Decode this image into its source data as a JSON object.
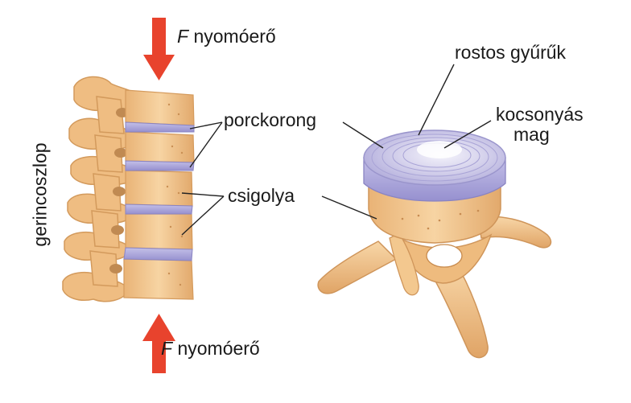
{
  "labels": {
    "force_symbol": "F",
    "force_word": " nyomóerő",
    "disc": "porckorong",
    "vertebra": "csigolya",
    "spine": "gerincoszlop",
    "fibrous_rings": "rostos gyűrűk",
    "gel_core_line1": "kocsonyás",
    "gel_core_line2": "mag"
  },
  "colors": {
    "bone": "#f2c48a",
    "bone_dark": "#d9a066",
    "bone_light": "#fbe3bf",
    "disc": "#b5b0dd",
    "disc_dark": "#8c86c4",
    "arrow": "#e8432d",
    "leader": "#222222"
  }
}
